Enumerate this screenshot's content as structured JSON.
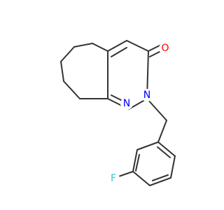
{
  "molecule": {
    "atoms": {
      "O": {
        "label": "O",
        "color": "#ff0000"
      },
      "N1": {
        "label": "N",
        "color": "#0000ff"
      },
      "N2": {
        "label": "N",
        "color": "#0000ff"
      },
      "F": {
        "label": "F",
        "color": "#33cccc"
      }
    },
    "bond_color": "#333333"
  }
}
